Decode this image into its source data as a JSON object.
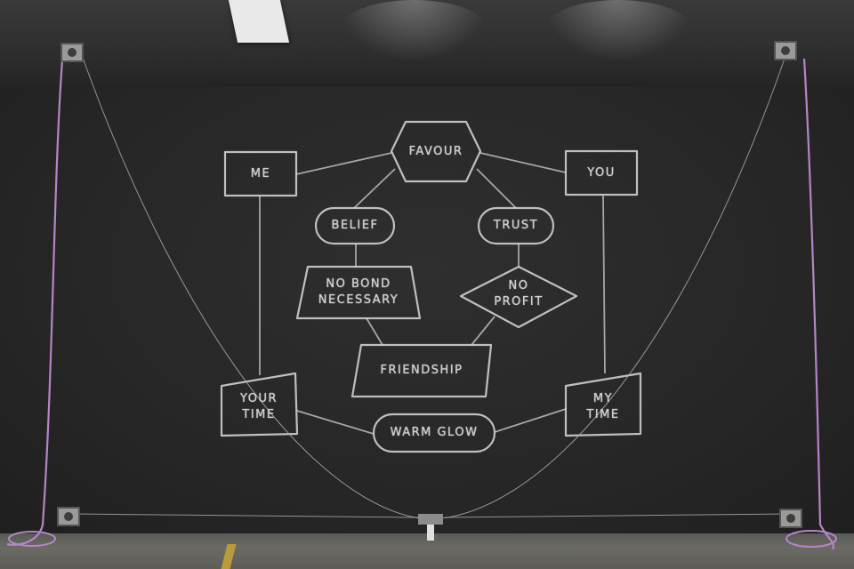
{
  "diagram": {
    "nodes": {
      "favour": "FAVOUR",
      "me": "ME",
      "you": "YOU",
      "belief": "BELIEF",
      "trust": "TRUST",
      "no_bond": "NO BOND\nNECESSARY",
      "no_profit": "NO\nPROFIT",
      "friendship": "FRIENDSHIP",
      "your_time": "YOUR\nTIME",
      "my_time": "MY\nTIME",
      "warm_glow": "WARM GLOW"
    }
  },
  "colors": {
    "chalk": "#d9d9d6",
    "board": "#272727",
    "cable": "#b486c7"
  }
}
